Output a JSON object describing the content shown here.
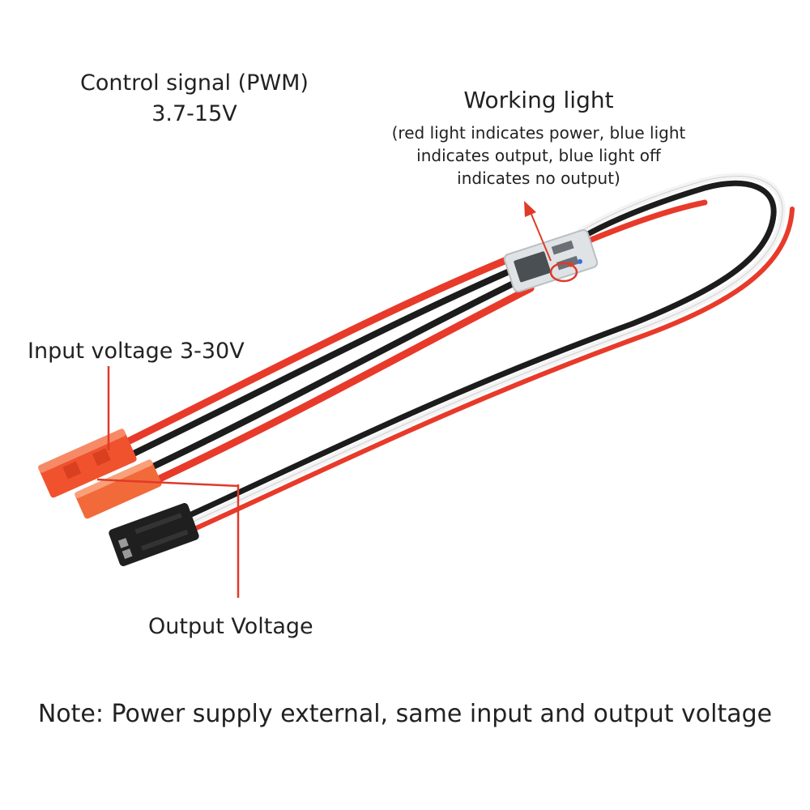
{
  "labels": {
    "control_signal": [
      "Control signal (PWM)",
      "3.7-15V"
    ],
    "working_light_title": "Working light",
    "working_light_desc": [
      "(red light indicates power, blue light",
      "indicates output, blue light off",
      "indicates no output)"
    ],
    "input_voltage": "Input voltage 3-30V",
    "output_voltage": "Output Voltage",
    "note": "Note: Power supply external, same input and output voltage"
  },
  "colors": {
    "red_wire": "#e83a2a",
    "black_wire": "#1c1c1c",
    "white_wire": "#f4f4f4",
    "connector_red": "#f0522e",
    "servo_plug": "#1f1f1f",
    "annotation": "#e03a28",
    "text": "#222222"
  }
}
